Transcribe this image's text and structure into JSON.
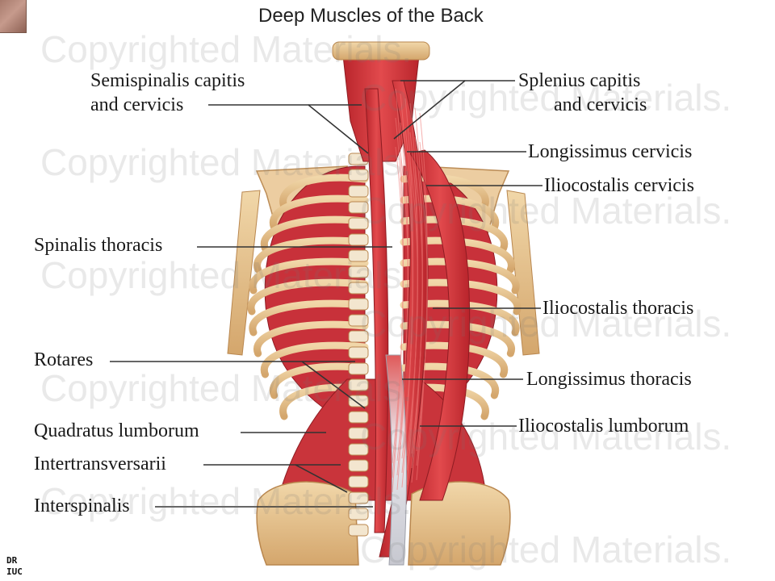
{
  "title": "Deep Muscles of the Back",
  "watermark": "Copyrighted Materials.",
  "labels_left": {
    "semispinalis_1": "Semispinalis capitis",
    "semispinalis_2": "and cervicis",
    "spinalis_thoracis": "Spinalis thoracis",
    "rotares": "Rotares",
    "quadratus_lumborum": "Quadratus lumborum",
    "intertransversarii": "Intertransversarii",
    "interspinalis": "Interspinalis"
  },
  "labels_right": {
    "splenius_1": "Splenius capitis",
    "splenius_2": "and cervicis",
    "longissimus_cervicis": "Longissimus cervicis",
    "iliocostalis_cervicis": "Iliocostalis cervicis",
    "iliocostalis_thoracis": "Iliocostalis thoracis",
    "longissimus_thoracis": "Longissimus thoracis",
    "iliocostalis_lumborum": "Iliocostalis lumborum"
  },
  "author_line1": "DR",
  "author_line2": "IUC",
  "colors": {
    "muscle": "#d9373c",
    "muscle_dark": "#a81f27",
    "bone": "#e8c99a",
    "bone_dark": "#c99a62",
    "tendon": "#dcdde2",
    "leader": "#333333"
  }
}
